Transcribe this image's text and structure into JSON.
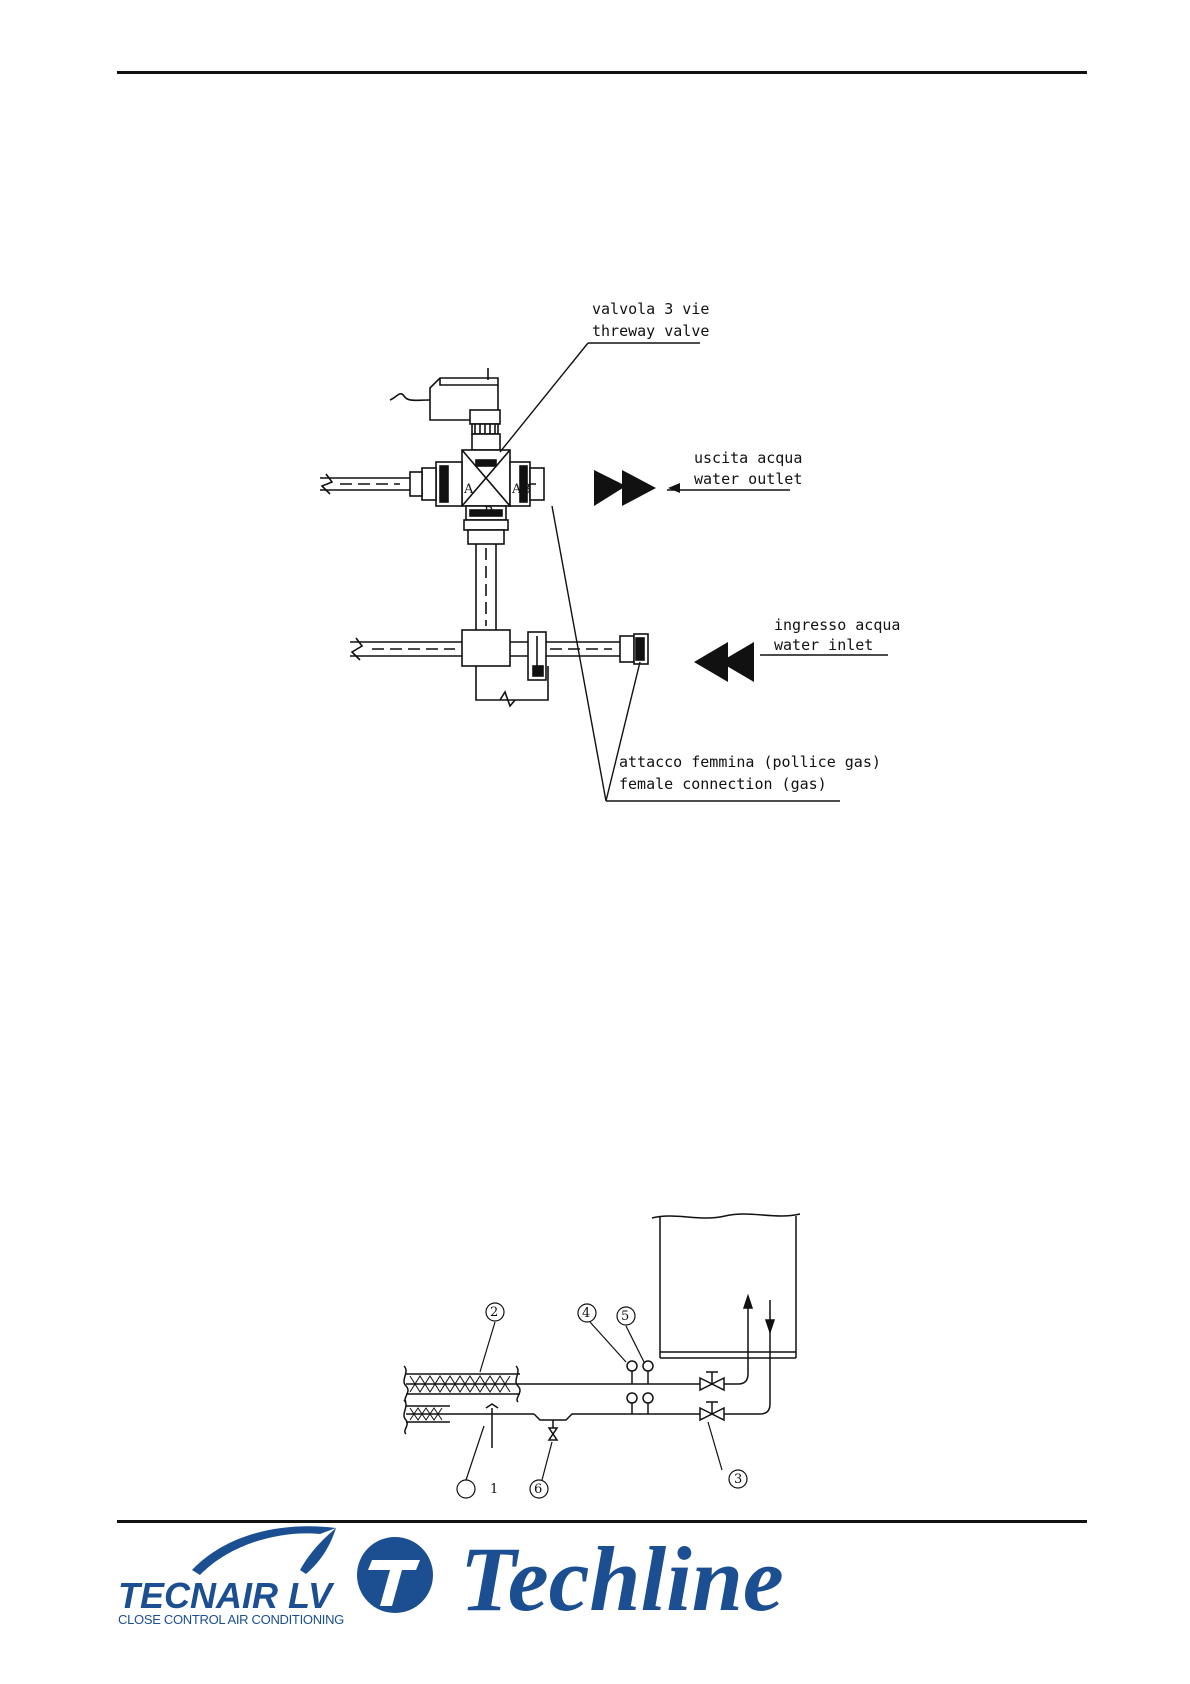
{
  "valve_diagram": {
    "labels": {
      "valve_it": "valvola 3 vie",
      "valve_en": "threway valve",
      "outlet_it": "uscita acqua",
      "outlet_en": "water outlet",
      "inlet_it": "ingresso acqua",
      "inlet_en": "water inlet",
      "conn_it": "attacco femmina (pollice gas)",
      "conn_en": "female connection (gas)"
    },
    "port_letters": [
      "AB",
      "A",
      "B"
    ]
  },
  "piping_diagram": {
    "callouts": [
      "1",
      "2",
      "3",
      "4",
      "5",
      "6"
    ]
  },
  "footer": {
    "logo_left": "TECNAIR LV",
    "logo_left_sub": "CLOSE CONTROL AIR CONDITIONING",
    "logo_right": "Techline"
  },
  "colors": {
    "brand_blue": "#1b4f91",
    "line": "#111111"
  }
}
